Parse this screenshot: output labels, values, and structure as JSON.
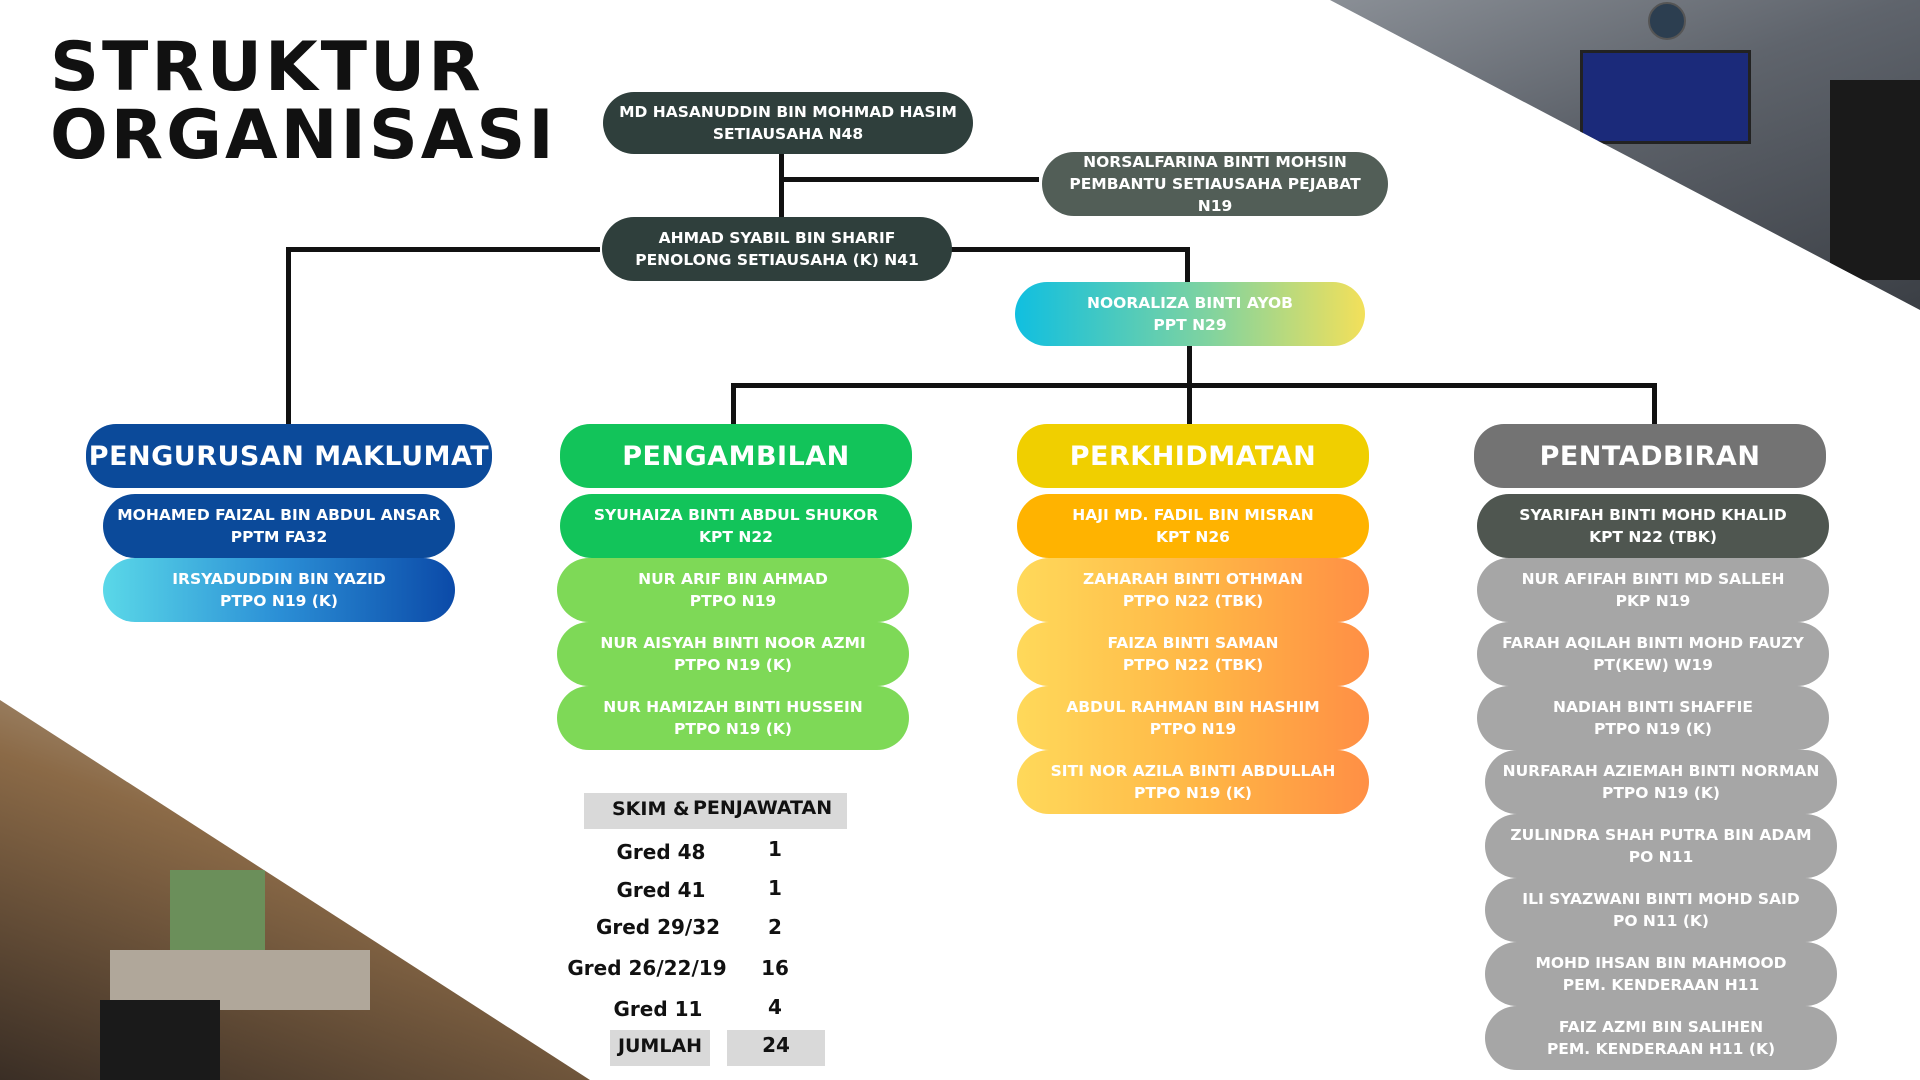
{
  "title": [
    "STRUKTUR",
    "ORGANISASI"
  ],
  "top": [
    {
      "name": "MD HASANUDDIN BIN MOHMAD HASIM",
      "role": "SETIAUSAHA N48"
    },
    {
      "name": "NORSALFARINA BINTI MOHSIN",
      "role": "PEMBANTU SETIAUSAHA PEJABAT N19"
    },
    {
      "name": "AHMAD SYABIL BIN SHARIF",
      "role": "PENOLONG SETIAUSAHA (K) N41"
    },
    {
      "name": "NOORALIZA BINTI AYOB",
      "role": "PPT N29"
    }
  ],
  "departments": [
    {
      "name": "PENGURUSAN MAKLUMAT",
      "members": [
        {
          "name": "MOHAMED FAIZAL BIN ABDUL ANSAR",
          "role": "PPTM FA32"
        },
        {
          "name": "IRSYADUDDIN BIN YAZID",
          "role": "PTPO N19 (K)"
        }
      ]
    },
    {
      "name": "PENGAMBILAN",
      "members": [
        {
          "name": "SYUHAIZA BINTI ABDUL SHUKOR",
          "role": "KPT N22"
        },
        {
          "name": "NUR ARIF BIN AHMAD",
          "role": "PTPO N19"
        },
        {
          "name": "NUR AISYAH BINTI NOOR AZMI",
          "role": "PTPO N19 (K)"
        },
        {
          "name": "NUR HAMIZAH BINTI HUSSEIN",
          "role": "PTPO N19 (K)"
        }
      ]
    },
    {
      "name": "PERKHIDMATAN",
      "members": [
        {
          "name": "HAJI MD. FADIL BIN MISRAN",
          "role": "KPT N26"
        },
        {
          "name": "ZAHARAH BINTI OTHMAN",
          "role": "PTPO N22 (TBK)"
        },
        {
          "name": "FAIZA BINTI SAMAN",
          "role": "PTPO N22 (TBK)"
        },
        {
          "name": "ABDUL RAHMAN BIN HASHIM",
          "role": "PTPO N19"
        },
        {
          "name": "SITI NOR AZILA BINTI ABDULLAH",
          "role": "PTPO N19 (K)"
        }
      ]
    },
    {
      "name": "PENTADBIRAN",
      "members": [
        {
          "name": "SYARIFAH BINTI MOHD KHALID",
          "role": "KPT N22 (TBK)"
        },
        {
          "name": "NUR AFIFAH BINTI MD SALLEH",
          "role": "PKP N19"
        },
        {
          "name": "FARAH AQILAH BINTI MOHD FAUZY",
          "role": "PT(KEW) W19"
        },
        {
          "name": "NADIAH BINTI SHAFFIE",
          "role": "PTPO N19 (K)"
        },
        {
          "name": "NURFARAH AZIEMAH BINTI NORMAN",
          "role": "PTPO N19 (K)"
        },
        {
          "name": "ZULINDRA SHAH PUTRA BIN ADAM",
          "role": "PO N11"
        },
        {
          "name": "ILI SYAZWANI BINTI MOHD SAID",
          "role": "PO N11 (K)"
        },
        {
          "name": "MOHD IHSAN BIN MAHMOOD",
          "role": "PEM. KENDERAAN H11"
        },
        {
          "name": "FAIZ AZMI BIN SALIHEN",
          "role": "PEM. KENDERAAN H11 (K)"
        }
      ]
    }
  ],
  "table": {
    "header": [
      "SKIM &",
      "PENJAWATAN"
    ],
    "rows": [
      {
        "gred": "Gred 48",
        "count": "1"
      },
      {
        "gred": "Gred 41",
        "count": "1"
      },
      {
        "gred": "Gred 29/32",
        "count": "2"
      },
      {
        "gred": "Gred 26/22/19",
        "count": "16"
      },
      {
        "gred": "Gred 11",
        "count": "4"
      }
    ],
    "total_label": "JUMLAH",
    "total": "24"
  },
  "colors": {
    "dark": "#2f3f3c",
    "blue": "#0b4a9a",
    "green": "#12c45a",
    "lightgreen": "#7ed957",
    "yellow": "#f1d000",
    "orange": "#ffb000",
    "grey": "#737373",
    "lightgrey": "#a6a6a6"
  }
}
